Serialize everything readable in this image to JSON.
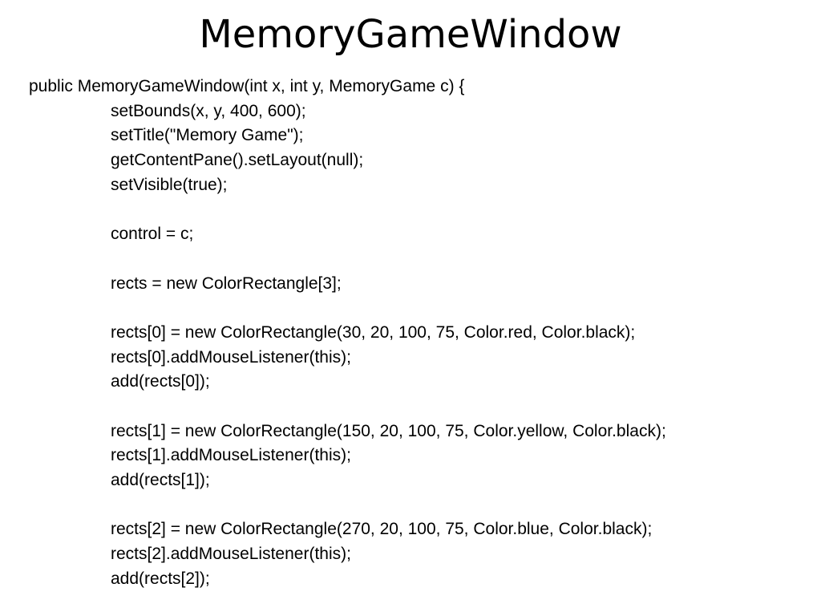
{
  "slide": {
    "title": "MemoryGameWindow",
    "code_lines": [
      {
        "text": "public MemoryGameWindow(int x, int y, MemoryGame c) {",
        "indent": 0
      },
      {
        "text": "setBounds(x, y, 400, 600);",
        "indent": 1
      },
      {
        "text": "setTitle(\"Memory Game\");",
        "indent": 1
      },
      {
        "text": "getContentPane().setLayout(null);",
        "indent": 1
      },
      {
        "text": "setVisible(true);",
        "indent": 1
      },
      {
        "text": "",
        "indent": 1
      },
      {
        "text": "control = c;",
        "indent": 1
      },
      {
        "text": "",
        "indent": 1
      },
      {
        "text": "rects = new ColorRectangle[3];",
        "indent": 1
      },
      {
        "text": "",
        "indent": 1
      },
      {
        "text": "rects[0] = new ColorRectangle(30, 20, 100, 75, Color.red, Color.black);",
        "indent": 1
      },
      {
        "text": "rects[0].addMouseListener(this);",
        "indent": 1
      },
      {
        "text": "add(rects[0]);",
        "indent": 1
      },
      {
        "text": "",
        "indent": 1
      },
      {
        "text": "rects[1] = new ColorRectangle(150, 20, 100, 75, Color.yellow, Color.black);",
        "indent": 1
      },
      {
        "text": "rects[1].addMouseListener(this);",
        "indent": 1
      },
      {
        "text": "add(rects[1]);",
        "indent": 1
      },
      {
        "text": "",
        "indent": 1
      },
      {
        "text": "rects[2] = new ColorRectangle(270, 20, 100, 75, Color.blue, Color.black);",
        "indent": 1
      },
      {
        "text": "rects[2].addMouseListener(this);",
        "indent": 1
      },
      {
        "text": "add(rects[2]);",
        "indent": 1
      }
    ]
  }
}
